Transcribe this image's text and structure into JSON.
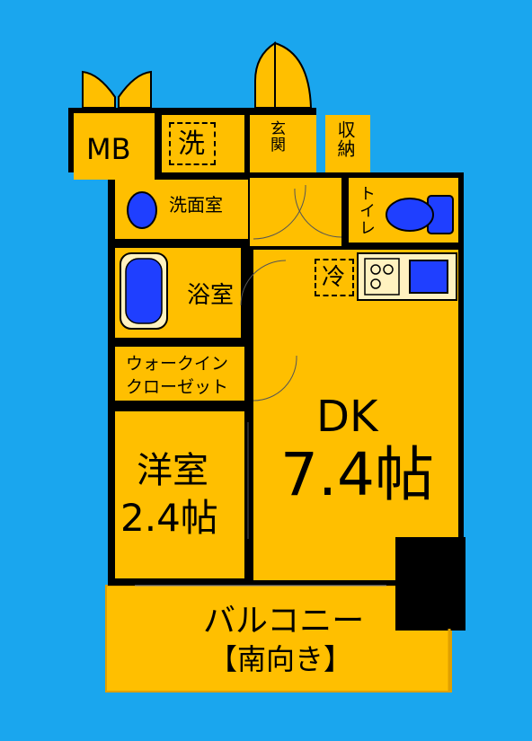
{
  "colors": {
    "background": "#1aa6ee",
    "floor": "#ffbf00",
    "wall": "#000000",
    "fixture": "#1f3fff"
  },
  "rooms": {
    "mb": "MB",
    "laundry": "洗",
    "entrance": "玄関",
    "storage": "収納",
    "washroom": "洗面室",
    "toilet": "トイレ",
    "fridge": "冷",
    "bathroom": "浴室",
    "walkin_line1": "ウォークイン",
    "walkin_line2": "クローゼット",
    "western_name": "洋室",
    "western_size": "2.4帖",
    "dk_name": "DK",
    "dk_size": "7.4帖",
    "balcony_name": "バルコニー",
    "balcony_dir": "【南向き】"
  },
  "icons": [
    "sink-icon",
    "toilet-icon",
    "bathtub-icon",
    "stove-icon",
    "kitchen-sink-icon"
  ]
}
